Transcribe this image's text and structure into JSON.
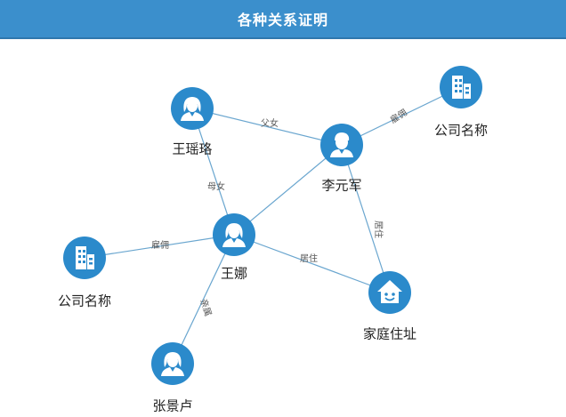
{
  "header": {
    "title": "各种关系证明"
  },
  "nodes": [
    {
      "id": "wangyaoluo",
      "label": "王瑶珞",
      "icon": "female-person-icon"
    },
    {
      "id": "liyuanjun",
      "label": "李元军",
      "icon": "male-person-icon"
    },
    {
      "id": "company1",
      "label": "公司名称",
      "icon": "building-icon"
    },
    {
      "id": "wangna",
      "label": "王娜",
      "icon": "female-person-icon"
    },
    {
      "id": "company2",
      "label": "公司名称",
      "icon": "building-icon"
    },
    {
      "id": "home",
      "label": "家庭住址",
      "icon": "house-icon"
    },
    {
      "id": "zhangjinglu",
      "label": "张景卢",
      "icon": "female-person-icon"
    }
  ],
  "edges": [
    {
      "from": "wangyaoluo",
      "to": "liyuanjun",
      "label": "父女"
    },
    {
      "from": "liyuanjun",
      "to": "company1",
      "label": "雇佣"
    },
    {
      "from": "wangyaoluo",
      "to": "wangna",
      "label": "母女"
    },
    {
      "from": "liyuanjun",
      "to": "wangna",
      "label": ""
    },
    {
      "from": "liyuanjun",
      "to": "home",
      "label": "居住"
    },
    {
      "from": "wangna",
      "to": "company2",
      "label": "雇佣"
    },
    {
      "from": "wangna",
      "to": "home",
      "label": "居住"
    },
    {
      "from": "wangna",
      "to": "zhangjinglu",
      "label": "亲属"
    }
  ],
  "colors": {
    "header": "#3b8fcc",
    "node": "#2b8acb",
    "edge": "#6aa6cf"
  }
}
